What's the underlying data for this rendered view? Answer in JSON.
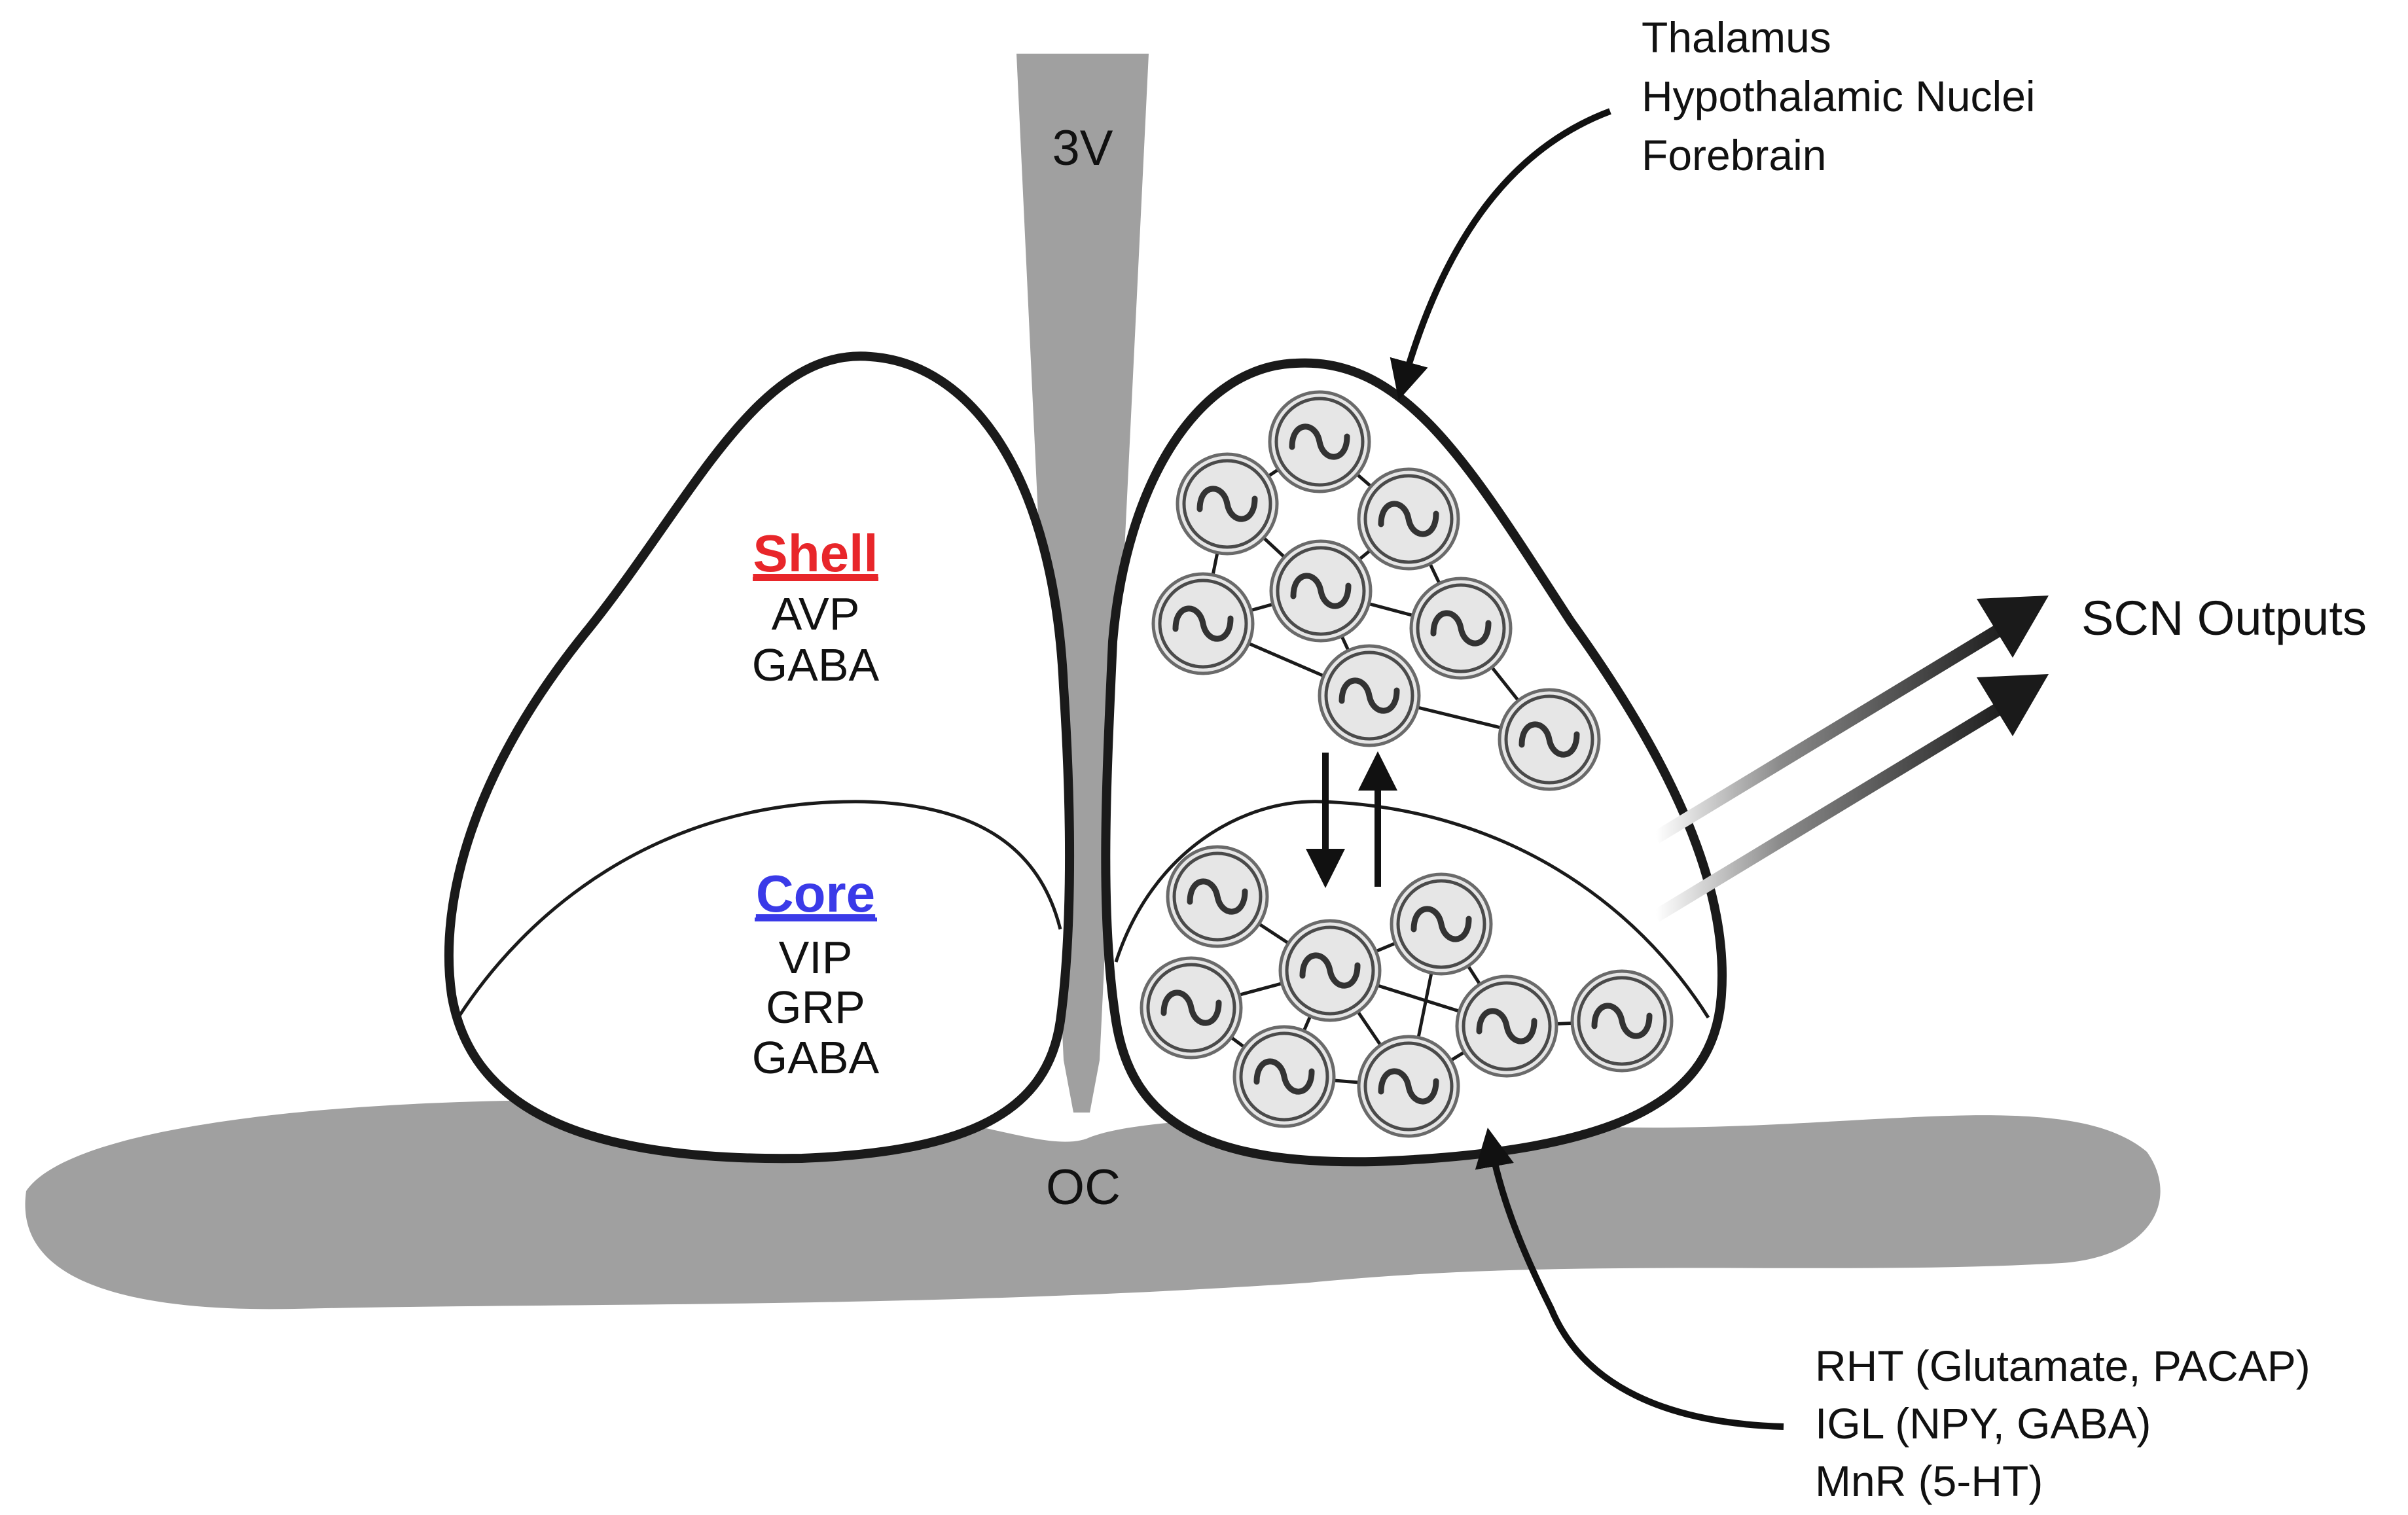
{
  "labels": {
    "third_ventricle": "3V",
    "optic_chiasm": "OC",
    "shell_title": "Shell",
    "shell_items": [
      "AVP",
      "GABA"
    ],
    "core_title": "Core",
    "core_items": [
      "VIP",
      "GRP",
      "GABA"
    ],
    "outputs": "SCN Outputs",
    "top_inputs": [
      "Thalamus",
      "Hypothalamic Nuclei",
      "Forebrain"
    ],
    "bottom_inputs": [
      "RHT (Glutamate, PACAP)",
      "IGL (NPY, GABA)",
      "MnR (5-HT)"
    ]
  },
  "colors": {
    "shell_title": "#e8262a",
    "core_title": "#3a3ae8",
    "tissue_gray": "#a0a0a0",
    "oscillator_fill": "#e6e6e6",
    "outline": "#1a1a1a"
  },
  "icons": {
    "oscillator": "sine-wave-icon",
    "arrow": "arrowhead-icon"
  }
}
